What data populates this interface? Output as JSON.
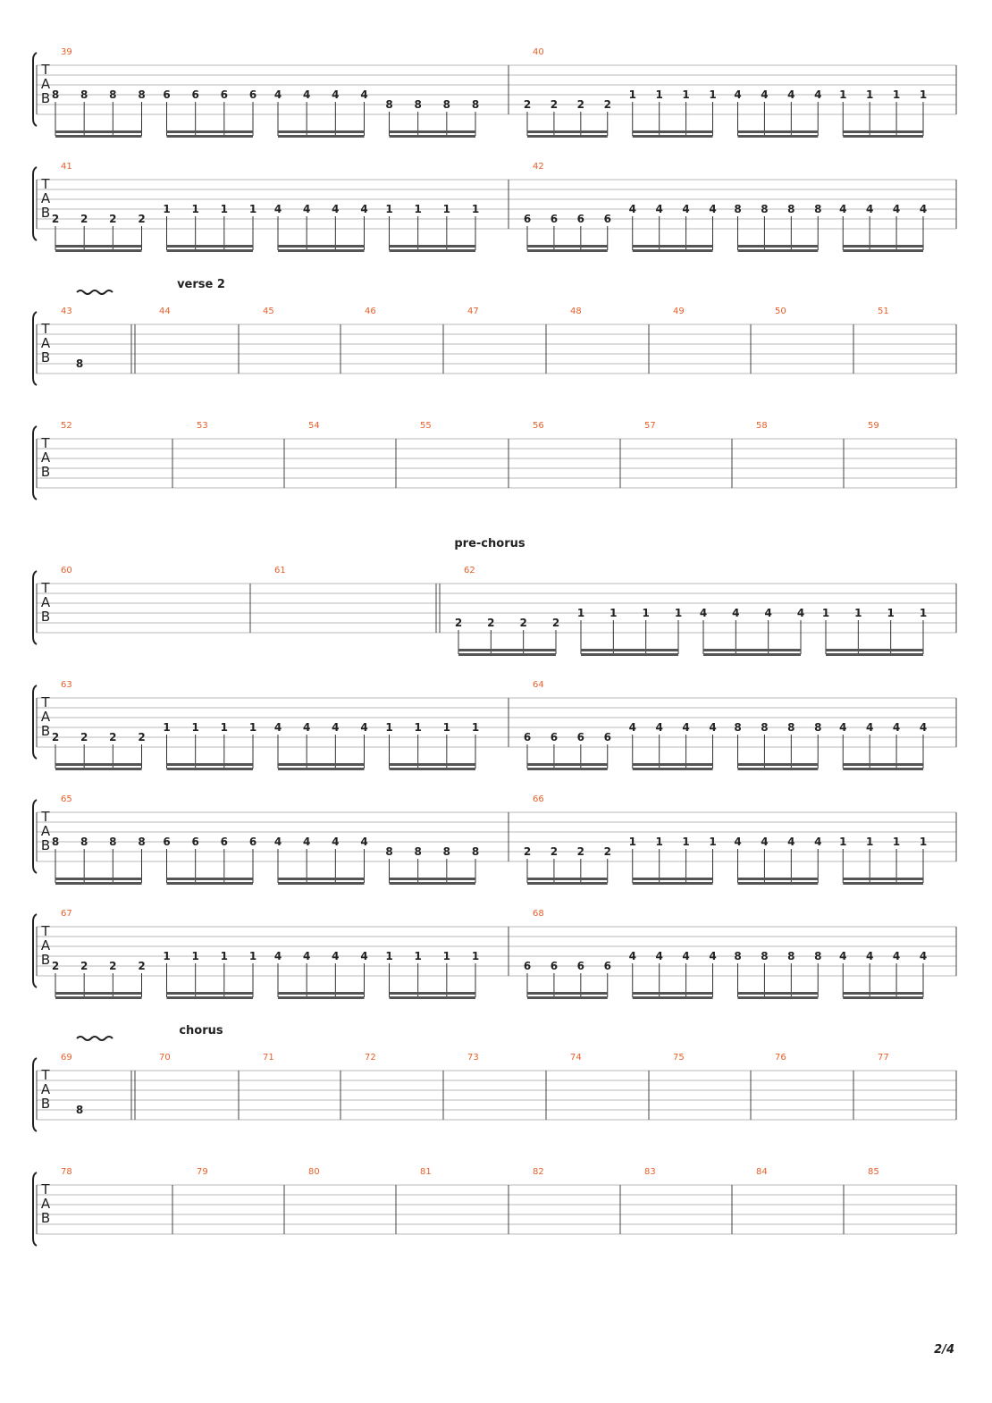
{
  "page": {
    "number": "2/4"
  },
  "tab_clef": [
    "T",
    "A",
    "B"
  ],
  "systems": [
    {
      "measures": [
        {
          "number": "39",
          "groups": [
            {
              "string": 4,
              "frets": [
                "8",
                "8",
                "8",
                "8"
              ]
            },
            {
              "string": 4,
              "frets": [
                "6",
                "6",
                "6",
                "6"
              ]
            },
            {
              "string": 4,
              "frets": [
                "4",
                "4",
                "4",
                "4"
              ]
            },
            {
              "string": 5,
              "frets": [
                "8",
                "8",
                "8",
                "8"
              ]
            }
          ]
        },
        {
          "number": "40",
          "groups": [
            {
              "string": 5,
              "frets": [
                "2",
                "2",
                "2",
                "2"
              ]
            },
            {
              "string": 4,
              "frets": [
                "1",
                "1",
                "1",
                "1"
              ]
            },
            {
              "string": 4,
              "frets": [
                "4",
                "4",
                "4",
                "4"
              ]
            },
            {
              "string": 4,
              "frets": [
                "1",
                "1",
                "1",
                "1"
              ]
            }
          ]
        }
      ]
    },
    {
      "measures": [
        {
          "number": "41",
          "groups": [
            {
              "string": 5,
              "frets": [
                "2",
                "2",
                "2",
                "2"
              ]
            },
            {
              "string": 4,
              "frets": [
                "1",
                "1",
                "1",
                "1"
              ]
            },
            {
              "string": 4,
              "frets": [
                "4",
                "4",
                "4",
                "4"
              ]
            },
            {
              "string": 4,
              "frets": [
                "1",
                "1",
                "1",
                "1"
              ]
            }
          ]
        },
        {
          "number": "42",
          "groups": [
            {
              "string": 5,
              "frets": [
                "6",
                "6",
                "6",
                "6"
              ]
            },
            {
              "string": 4,
              "frets": [
                "4",
                "4",
                "4",
                "4"
              ]
            },
            {
              "string": 4,
              "frets": [
                "8",
                "8",
                "8",
                "8"
              ]
            },
            {
              "string": 4,
              "frets": [
                "4",
                "4",
                "4",
                "4"
              ]
            }
          ]
        }
      ]
    },
    {
      "vibrato": true,
      "section": "verse 2",
      "measures": [
        {
          "number": "43",
          "whole": {
            "string": 5,
            "fret": "8"
          },
          "double_bar_after": true
        },
        {
          "number": "44"
        },
        {
          "number": "45"
        },
        {
          "number": "46"
        },
        {
          "number": "47"
        },
        {
          "number": "48"
        },
        {
          "number": "49"
        },
        {
          "number": "50"
        },
        {
          "number": "51"
        }
      ]
    },
    {
      "measures": [
        {
          "number": "52"
        },
        {
          "number": "53"
        },
        {
          "number": "54"
        },
        {
          "number": "55"
        },
        {
          "number": "56"
        },
        {
          "number": "57"
        },
        {
          "number": "58"
        },
        {
          "number": "59"
        }
      ]
    },
    {
      "section": "pre-chorus",
      "measures": [
        {
          "number": "60"
        },
        {
          "number": "61",
          "double_bar_after": true
        },
        {
          "number": "62",
          "groups": [
            {
              "string": 5,
              "frets": [
                "2",
                "2",
                "2",
                "2"
              ]
            },
            {
              "string": 4,
              "frets": [
                "1",
                "1",
                "1",
                "1"
              ]
            },
            {
              "string": 4,
              "frets": [
                "4",
                "4",
                "4",
                "4"
              ]
            },
            {
              "string": 4,
              "frets": [
                "1",
                "1",
                "1",
                "1"
              ]
            }
          ]
        }
      ]
    },
    {
      "measures": [
        {
          "number": "63",
          "groups": [
            {
              "string": 5,
              "frets": [
                "2",
                "2",
                "2",
                "2"
              ]
            },
            {
              "string": 4,
              "frets": [
                "1",
                "1",
                "1",
                "1"
              ]
            },
            {
              "string": 4,
              "frets": [
                "4",
                "4",
                "4",
                "4"
              ]
            },
            {
              "string": 4,
              "frets": [
                "1",
                "1",
                "1",
                "1"
              ]
            }
          ]
        },
        {
          "number": "64",
          "groups": [
            {
              "string": 5,
              "frets": [
                "6",
                "6",
                "6",
                "6"
              ]
            },
            {
              "string": 4,
              "frets": [
                "4",
                "4",
                "4",
                "4"
              ]
            },
            {
              "string": 4,
              "frets": [
                "8",
                "8",
                "8",
                "8"
              ]
            },
            {
              "string": 4,
              "frets": [
                "4",
                "4",
                "4",
                "4"
              ]
            }
          ]
        }
      ]
    },
    {
      "measures": [
        {
          "number": "65",
          "groups": [
            {
              "string": 4,
              "frets": [
                "8",
                "8",
                "8",
                "8"
              ]
            },
            {
              "string": 4,
              "frets": [
                "6",
                "6",
                "6",
                "6"
              ]
            },
            {
              "string": 4,
              "frets": [
                "4",
                "4",
                "4",
                "4"
              ]
            },
            {
              "string": 5,
              "frets": [
                "8",
                "8",
                "8",
                "8"
              ]
            }
          ]
        },
        {
          "number": "66",
          "groups": [
            {
              "string": 5,
              "frets": [
                "2",
                "2",
                "2",
                "2"
              ]
            },
            {
              "string": 4,
              "frets": [
                "1",
                "1",
                "1",
                "1"
              ]
            },
            {
              "string": 4,
              "frets": [
                "4",
                "4",
                "4",
                "4"
              ]
            },
            {
              "string": 4,
              "frets": [
                "1",
                "1",
                "1",
                "1"
              ]
            }
          ]
        }
      ]
    },
    {
      "measures": [
        {
          "number": "67",
          "groups": [
            {
              "string": 5,
              "frets": [
                "2",
                "2",
                "2",
                "2"
              ]
            },
            {
              "string": 4,
              "frets": [
                "1",
                "1",
                "1",
                "1"
              ]
            },
            {
              "string": 4,
              "frets": [
                "4",
                "4",
                "4",
                "4"
              ]
            },
            {
              "string": 4,
              "frets": [
                "1",
                "1",
                "1",
                "1"
              ]
            }
          ]
        },
        {
          "number": "68",
          "groups": [
            {
              "string": 5,
              "frets": [
                "6",
                "6",
                "6",
                "6"
              ]
            },
            {
              "string": 4,
              "frets": [
                "4",
                "4",
                "4",
                "4"
              ]
            },
            {
              "string": 4,
              "frets": [
                "8",
                "8",
                "8",
                "8"
              ]
            },
            {
              "string": 4,
              "frets": [
                "4",
                "4",
                "4",
                "4"
              ]
            }
          ]
        }
      ]
    },
    {
      "vibrato": true,
      "section": "chorus",
      "measures": [
        {
          "number": "69",
          "whole": {
            "string": 5,
            "fret": "8"
          },
          "double_bar_after": true
        },
        {
          "number": "70"
        },
        {
          "number": "71"
        },
        {
          "number": "72"
        },
        {
          "number": "73"
        },
        {
          "number": "74"
        },
        {
          "number": "75"
        },
        {
          "number": "76"
        },
        {
          "number": "77"
        }
      ]
    },
    {
      "measures": [
        {
          "number": "78"
        },
        {
          "number": "79"
        },
        {
          "number": "80"
        },
        {
          "number": "81"
        },
        {
          "number": "82"
        },
        {
          "number": "83"
        },
        {
          "number": "84"
        },
        {
          "number": "85"
        }
      ]
    }
  ]
}
